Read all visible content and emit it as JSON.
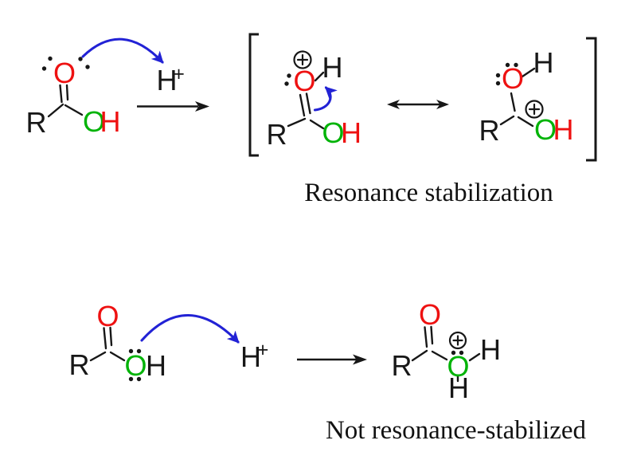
{
  "colors": {
    "red": "#ee1111",
    "green": "#00b307",
    "blue": "#2222d5",
    "black": "#171717"
  },
  "labels": {
    "r_group": "R",
    "oxygen": "O",
    "hydrogen": "H",
    "proton": "H",
    "superscript_plus": "+"
  },
  "captions": {
    "resonance": "Resonance stabilization",
    "not_resonance": "Not resonance-stabilized"
  }
}
